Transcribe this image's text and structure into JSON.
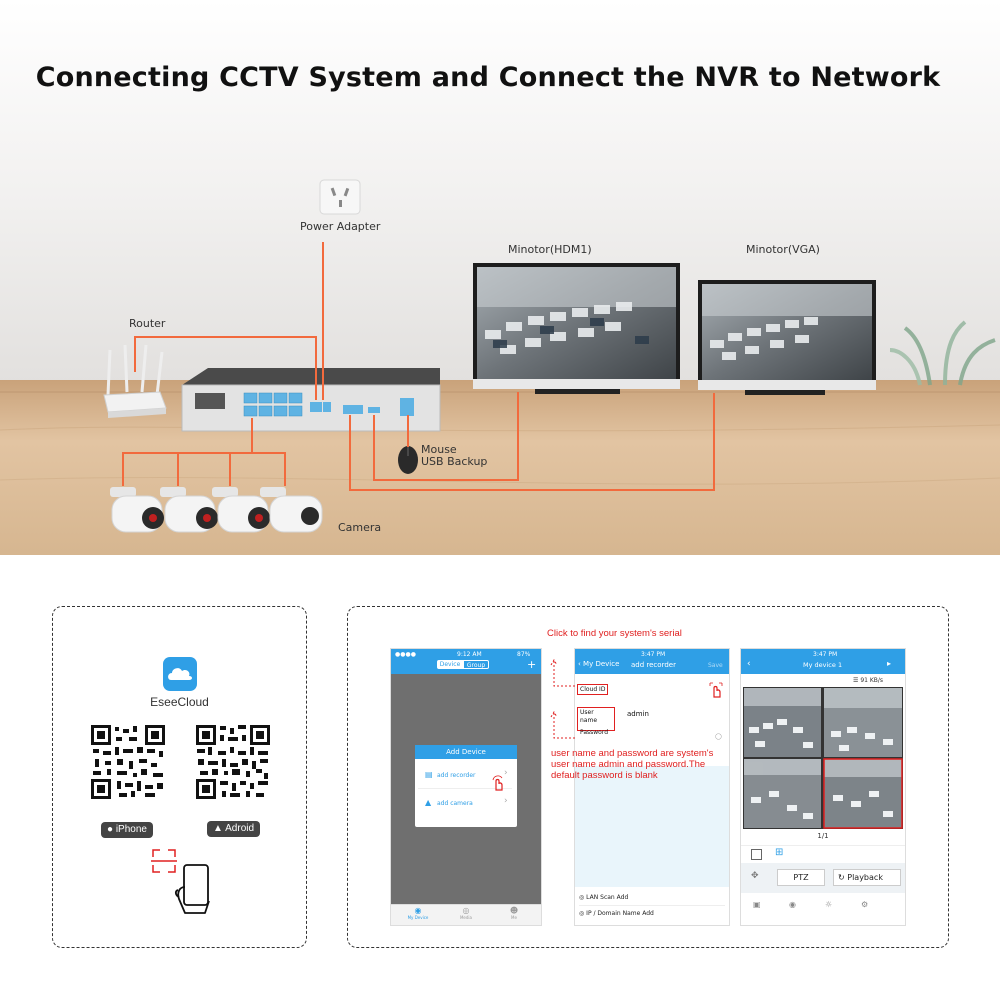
{
  "title": "Connecting CCTV System and Connect the NVR to Network",
  "diagram": {
    "power_adapter": "Power Adapter",
    "router": "Router",
    "monitor_hdmi": "Minotor(HDM1)",
    "monitor_vga": "Minotor(VGA)",
    "mouse_line1": "Mouse",
    "mouse_line2": "USB Backup",
    "camera": "Camera"
  },
  "app_panel": {
    "app_name": "EseeCloud",
    "iphone_label": "iPhone",
    "android_label": "Adroid"
  },
  "steps_panel": {
    "hint_top": "Click  to find your system's serial",
    "hint_bottom": "user name and password are system's user name admin and password.The default password is blank",
    "phone1": {
      "time": "9:12 AM",
      "battery": "87%",
      "tab_device": "Device",
      "tab_group": "Group",
      "dialog_title": "Add Device",
      "opt_recorder": "add recorder",
      "opt_camera": "add camera",
      "nav_mydevice": "My Device",
      "nav_media": "Media",
      "nav_me": "Me"
    },
    "phone2": {
      "time": "3:47 PM",
      "back": "My Device",
      "title": "add recorder",
      "save": "Save",
      "cloud_id": "Cloud ID",
      "user_name": "User name",
      "user_value": "admin",
      "password": "Password",
      "lan": "LAN Scan Add",
      "ip": "IP / Domain Name Add"
    },
    "phone3": {
      "time": "3:47 PM",
      "title": "My device 1",
      "speed": "91 KB/s",
      "page": "1/1",
      "ptz": "PTZ",
      "playback": "Playback"
    }
  },
  "colors": {
    "accent": "#2f9fe6",
    "wire": "#f26a3d",
    "hint": "#e02020"
  }
}
